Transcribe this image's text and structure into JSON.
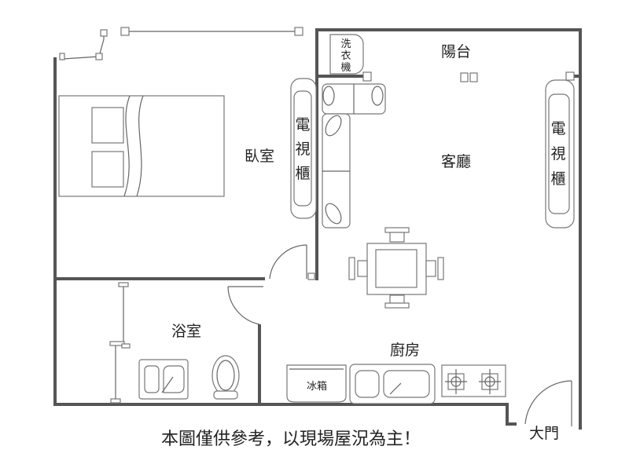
{
  "rooms": {
    "bedroom": "臥室",
    "balcony": "陽台",
    "living_room": "客廳",
    "bathroom": "浴室",
    "kitchen": "廚房",
    "main_door": "大門"
  },
  "furniture": {
    "washer": [
      "洗",
      "衣",
      "機"
    ],
    "tv_cabinet_left": [
      "電",
      "視",
      "櫃"
    ],
    "tv_cabinet_right": [
      "電",
      "視",
      "櫃"
    ],
    "fridge": "冰箱"
  },
  "footnote": "本圖僅供參考，以現場屋況為主！"
}
